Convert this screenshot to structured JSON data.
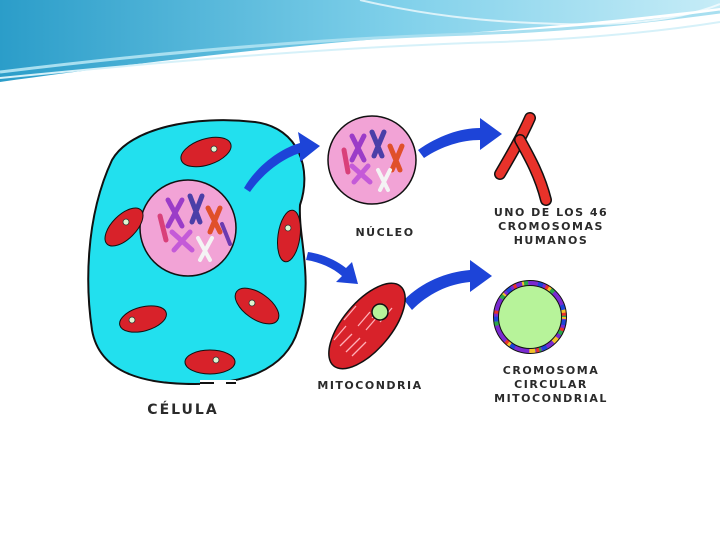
{
  "labels": {
    "nucleo": "NÚCLEO",
    "mitocondria": "MITOCONDRIA",
    "celula": "CÉLULA",
    "chromosome_human": [
      "UNO DE LOS 46",
      "CROMOSOMAS",
      "HUMANOS"
    ],
    "chromosome_circular": [
      "CROMOSOMA",
      "CIRCULAR",
      "MITOCONDRIAL"
    ]
  },
  "colors": {
    "cytoplasm": "#22e0ee",
    "nucleus": "#f2a3d6",
    "mitochondria": "#d8222a",
    "arrow": "#1d44d8",
    "circular_dna": "#b7f39a",
    "chromosome": "#e8322a"
  }
}
